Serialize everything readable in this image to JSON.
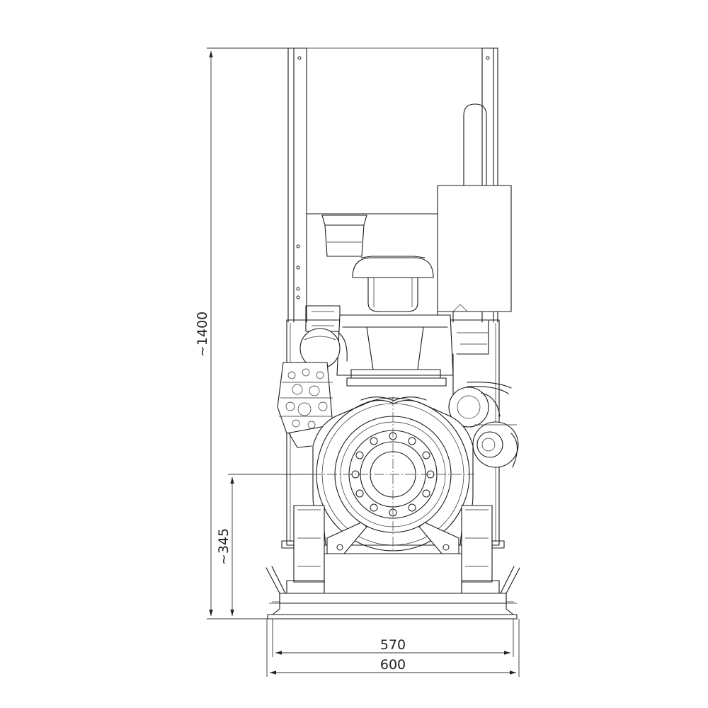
{
  "drawing": {
    "view": "front elevation",
    "stroke_color": "#1a1a1a",
    "background": "#ffffff"
  },
  "dimensions": {
    "total_height": "~1400",
    "shaft_height": "~345",
    "inner_width": "570",
    "outer_width": "600"
  }
}
